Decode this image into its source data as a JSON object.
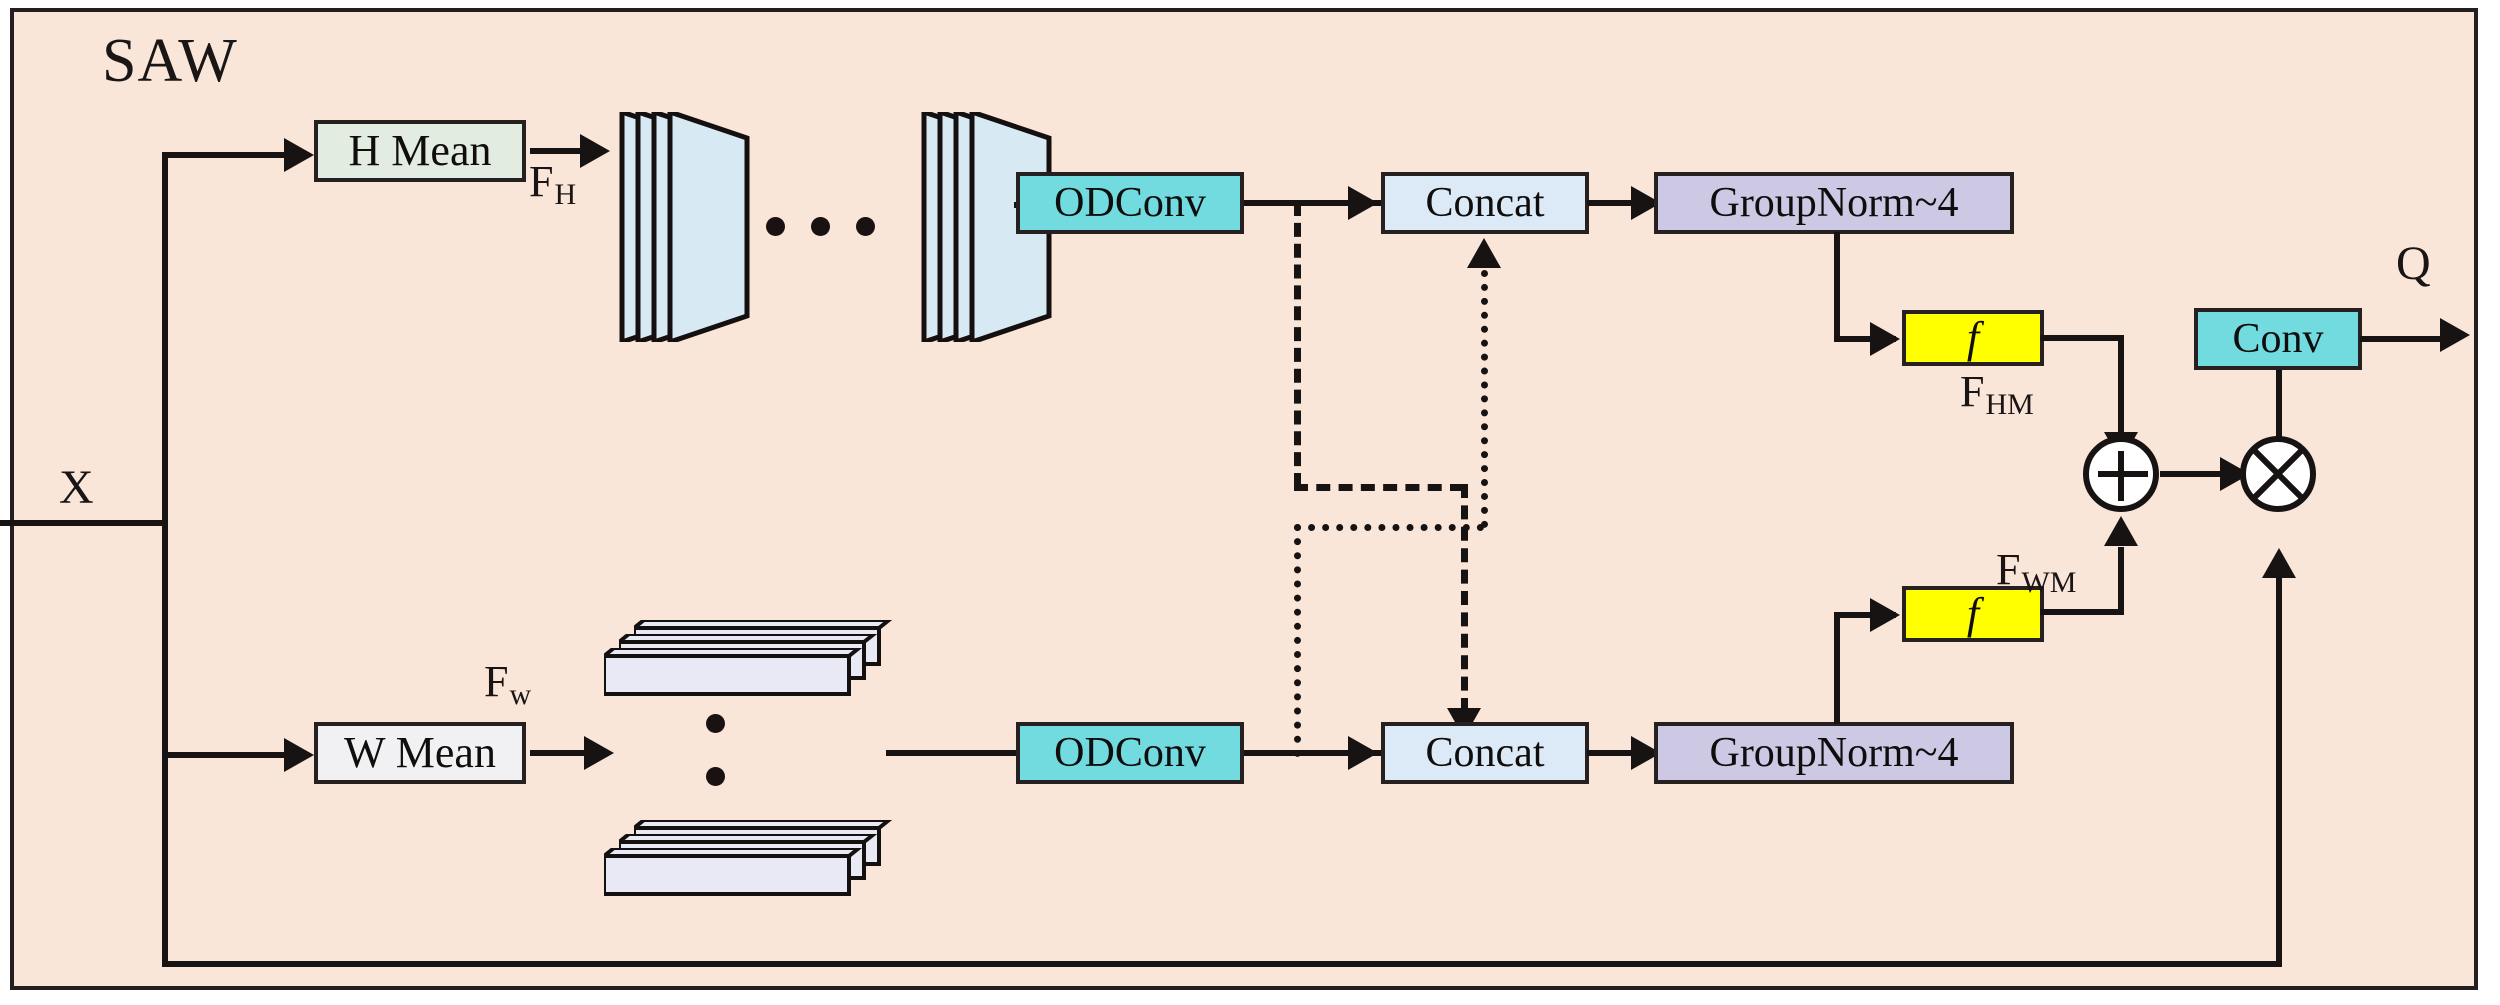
{
  "diagram": {
    "title": "SAW",
    "type": "neural-network-module-block-diagram",
    "background_color": "#fae6d9",
    "border_color": "#231f20",
    "input_label": "X",
    "output_label": "Q",
    "branch_labels": {
      "top_feature": "F",
      "top_feature_sub": "H",
      "bottom_feature": "F",
      "bottom_feature_sub": "w",
      "top_modulated": "F",
      "top_modulated_sub": "HM",
      "bottom_modulated": "F",
      "bottom_modulated_sub": "WM"
    },
    "blocks": {
      "h_mean": {
        "label": "H Mean",
        "color": "#e3ece0"
      },
      "w_mean": {
        "label": "W Mean",
        "color": "#f1f1f3"
      },
      "odconv_top": {
        "label": "ODConv",
        "color": "#72dbe0"
      },
      "odconv_bottom": {
        "label": "ODConv",
        "color": "#72dbe0"
      },
      "concat_top": {
        "label": "Concat",
        "color": "#dbeaf6"
      },
      "concat_bottom": {
        "label": "Concat",
        "color": "#dbeaf6"
      },
      "groupnorm_top": {
        "label": "GroupNorm~4",
        "color": "#cdc8e4"
      },
      "groupnorm_bottom": {
        "label": "GroupNorm~4",
        "color": "#cdc8e4"
      },
      "activation_top": {
        "label": "f",
        "color": "#ffff00"
      },
      "activation_bottom": {
        "label": "f",
        "color": "#ffff00"
      },
      "conv_out": {
        "label": "Conv",
        "color": "#72dbe0"
      }
    },
    "operators": {
      "add": {
        "glyph": "+",
        "name": "element-wise-addition"
      },
      "multiply": {
        "glyph": "x",
        "name": "element-wise-multiplication"
      }
    },
    "feature_maps": {
      "top_plate_fill": "#d7e9f3",
      "top_plates_per_stack": 4,
      "top_stacks": 2,
      "bottom_slab_fill": "#e9e9f5",
      "bottom_slabs_per_stack": 3,
      "bottom_stacks": 2,
      "ellipsis": "•••"
    },
    "edges": [
      {
        "from": "X",
        "to": "H Mean",
        "style": "solid"
      },
      {
        "from": "X",
        "to": "W Mean",
        "style": "solid"
      },
      {
        "from": "H Mean",
        "to": "top feature maps",
        "style": "solid"
      },
      {
        "from": "W Mean",
        "to": "bottom feature slabs",
        "style": "solid"
      },
      {
        "from": "top feature maps",
        "to": "ODConv",
        "style": "solid"
      },
      {
        "from": "bottom feature slabs",
        "to": "ODConv",
        "style": "solid"
      },
      {
        "from": "ODConv top",
        "to": "Concat top",
        "style": "solid"
      },
      {
        "from": "ODConv bottom",
        "to": "Concat bottom",
        "style": "solid"
      },
      {
        "from": "ODConv top",
        "to": "Concat bottom",
        "style": "dashed"
      },
      {
        "from": "ODConv bottom",
        "to": "Concat top",
        "style": "dotted"
      },
      {
        "from": "Concat top",
        "to": "GroupNorm~4 top",
        "style": "solid"
      },
      {
        "from": "Concat bottom",
        "to": "GroupNorm~4 bottom",
        "style": "solid"
      },
      {
        "from": "GroupNorm~4 top",
        "to": "f top",
        "style": "solid"
      },
      {
        "from": "GroupNorm~4 bottom",
        "to": "f bottom",
        "style": "solid"
      },
      {
        "from": "f top",
        "to": "add",
        "style": "solid"
      },
      {
        "from": "f bottom",
        "to": "add",
        "style": "solid"
      },
      {
        "from": "add",
        "to": "multiply",
        "style": "solid"
      },
      {
        "from": "X",
        "to": "multiply",
        "style": "solid",
        "note": "skip connection"
      },
      {
        "from": "multiply",
        "to": "Conv",
        "style": "solid"
      },
      {
        "from": "Conv",
        "to": "Q",
        "style": "solid"
      }
    ]
  }
}
